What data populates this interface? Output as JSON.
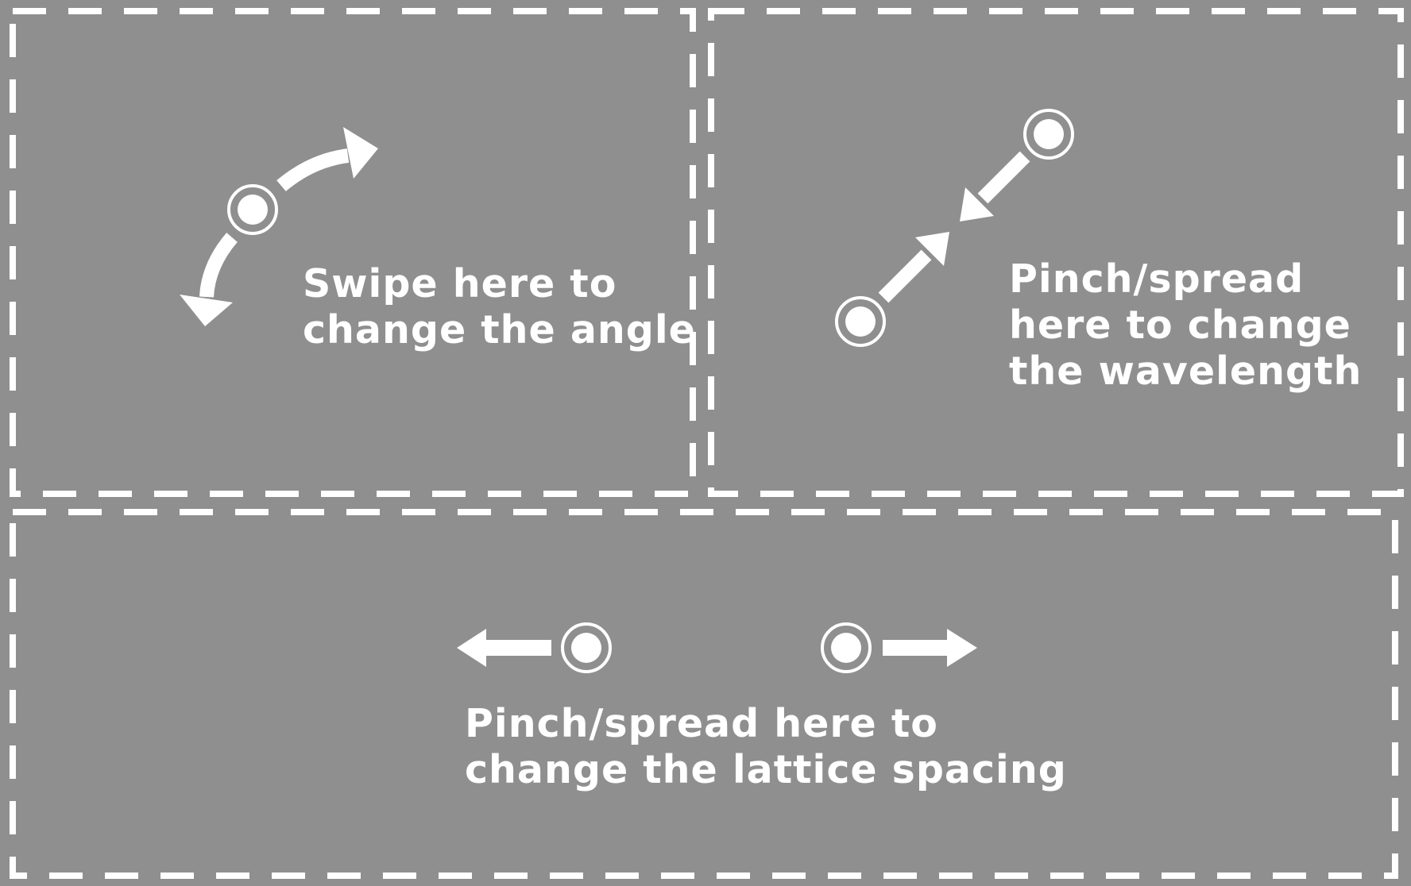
{
  "zones": {
    "angle": {
      "label": "Swipe here to\nchange the angle"
    },
    "wavelength": {
      "label": "Pinch/spread\nhere to change\nthe wavelength"
    },
    "lattice": {
      "label": "Pinch/spread here to\nchange the lattice spacing"
    }
  },
  "colors": {
    "background": "#8f8f8f",
    "foreground": "#ffffff"
  },
  "icons": {
    "touch_point": "touch-point-icon",
    "arrow": "arrow-icon"
  }
}
